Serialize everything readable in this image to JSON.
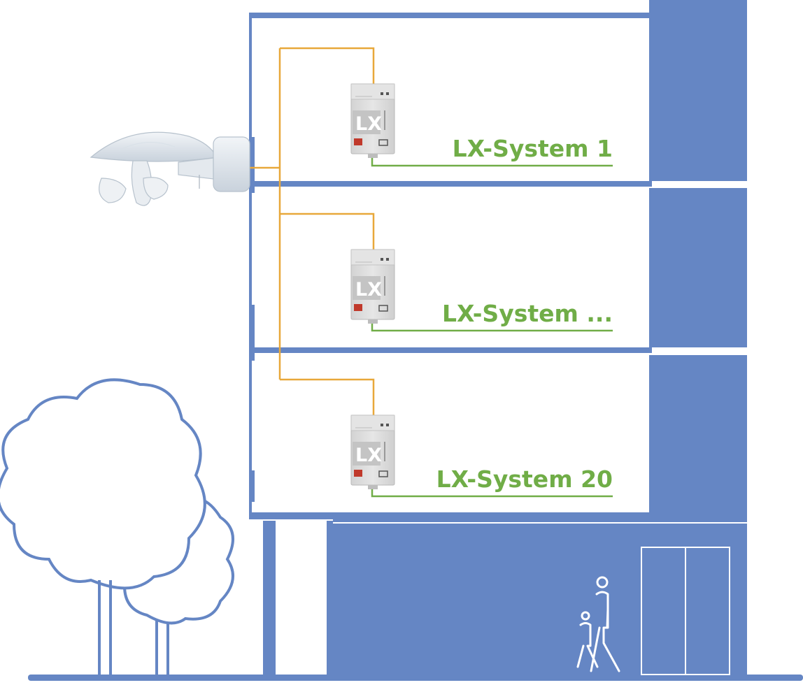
{
  "colors": {
    "building": "#6586c4",
    "bus_line": "#e8a83a",
    "sensor_line": "#70ad47",
    "label": "#70ad47",
    "background": "#ffffff"
  },
  "systems": [
    {
      "label": "LX-System 1",
      "module_logo": "LX"
    },
    {
      "label": "LX-System ...",
      "module_logo": "LX"
    },
    {
      "label": "LX-System 20",
      "module_logo": "LX"
    }
  ],
  "icons": {
    "weather_station": "weather-station-icon",
    "tree": "tree-icon",
    "people": "pedestrian-icon",
    "door": "door-icon"
  }
}
